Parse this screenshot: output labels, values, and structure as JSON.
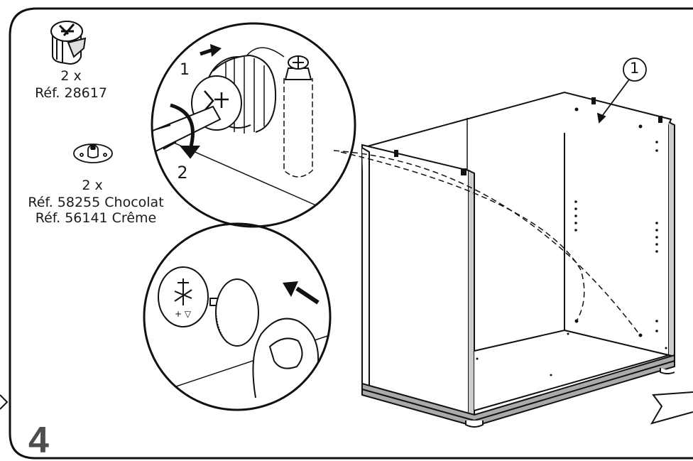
{
  "step": {
    "number": "4"
  },
  "parts": [
    {
      "quantity": "2 x",
      "ref": "Réf. 28617",
      "icon": "cam-lock-fitting-icon"
    },
    {
      "quantity": "2 x",
      "ref_line1": "Réf. 58255 Chocolat",
      "ref_line2": "Réf. 56141 Crême",
      "icon": "cover-cap-icon"
    }
  ],
  "detail_top": {
    "arrow1_label": "1",
    "arrow2_label": "2"
  },
  "callout": {
    "label": "1"
  },
  "colors": {
    "line": "#111111",
    "step_number": "#4d4d4d",
    "panel_edge": "#555555"
  }
}
